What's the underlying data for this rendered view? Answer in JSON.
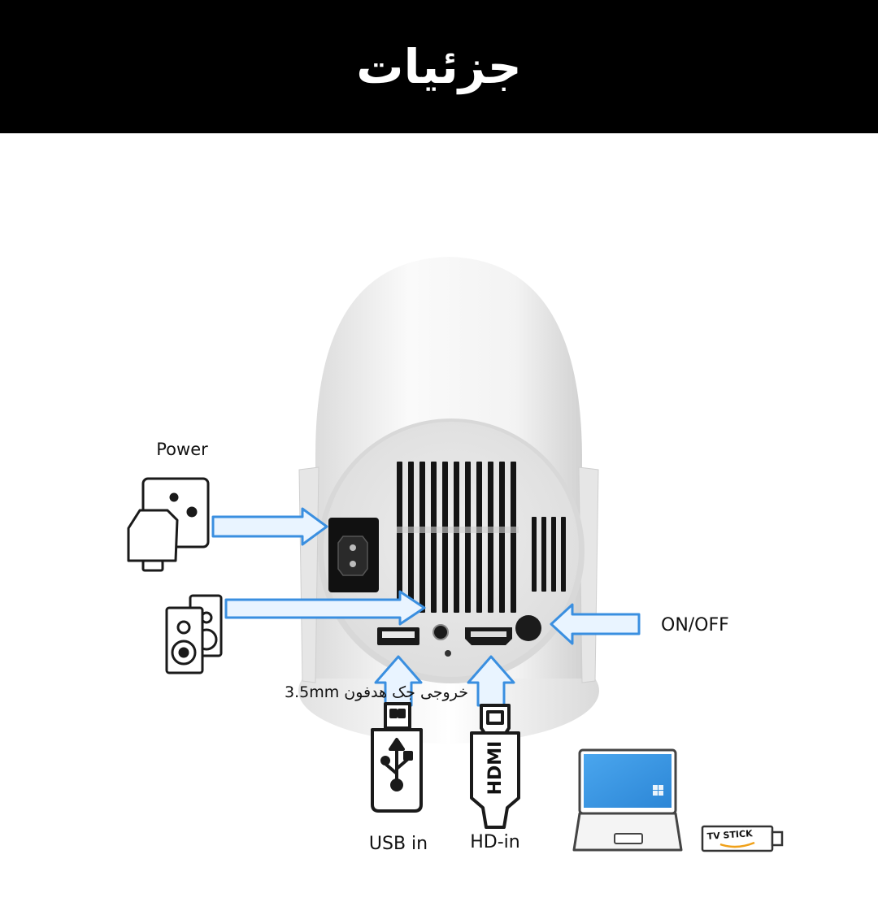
{
  "header": {
    "title": "جزئیات"
  },
  "labels": {
    "power": "Power",
    "audio": "خروجی جک هدفون 3.5mm",
    "on_off": "ON/OFF",
    "usb_in": "USB in",
    "hd_in": "HD-in",
    "hdmi_plug": "HDMI",
    "tv_stick": "TV STICK"
  },
  "colors": {
    "arrow": "#3a8fe0",
    "arrow_glow": "#bcdcfb",
    "screen": "#3d9be9",
    "header_bg": "#000000"
  }
}
